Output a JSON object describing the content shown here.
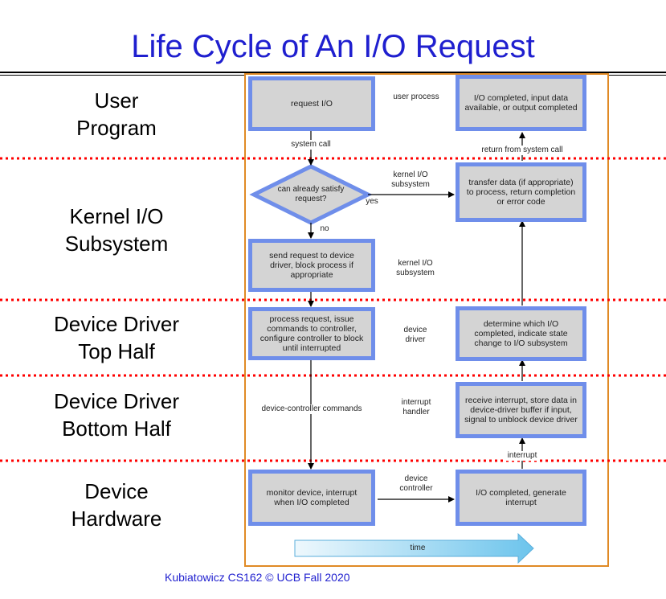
{
  "title": "Life Cycle of An I/O Request",
  "layers": [
    {
      "line1": "User",
      "line2": "Program"
    },
    {
      "line1": "Kernel I/O",
      "line2": "Subsystem"
    },
    {
      "line1": "Device Driver",
      "line2": "Top Half"
    },
    {
      "line1": "Device Driver",
      "line2": "Bottom Half"
    },
    {
      "line1": "Device",
      "line2": "Hardware"
    }
  ],
  "nodes": {
    "request_io": "request I/O",
    "io_completed_user": "I/O completed, input data available, or output completed",
    "decision": "can already satisfy request?",
    "transfer_data": "transfer data (if appropriate) to process, return completion or error code",
    "send_request": "send request to device driver, block process if appropriate",
    "process_request": "process request, issue commands to controller, configure controller to block until interrupted",
    "determine_which": "determine which I/O completed, indicate state change to I/O subsystem",
    "receive_interrupt": "receive interrupt, store data in device-driver buffer if input, signal to unblock device driver",
    "monitor_device": "monitor device, interrupt when I/O completed",
    "io_completed_hw": "I/O completed, generate interrupt"
  },
  "labels": {
    "user_process": "user process",
    "system_call": "system call",
    "return_from_system_call": "return from system call",
    "kernel_io_subsystem_1": "kernel I/O subsystem",
    "yes": "yes",
    "no": "no",
    "kernel_io_subsystem_2": "kernel I/O subsystem",
    "device_driver": "device driver",
    "device_controller_commands": "device-controller commands",
    "interrupt_handler": "interrupt handler",
    "interrupt": "interrupt",
    "device_controller": "device controller",
    "time": "time"
  },
  "footer": "Kubiatowicz CS162 © UCB Fall 2020",
  "colors": {
    "title": "#1f1fcf",
    "divider": "#ff0000",
    "node_border": "#6f8eea",
    "node_fill": "#d4d4d4",
    "frame": "#e08a25",
    "time_arrow": "#7fd0f0"
  }
}
